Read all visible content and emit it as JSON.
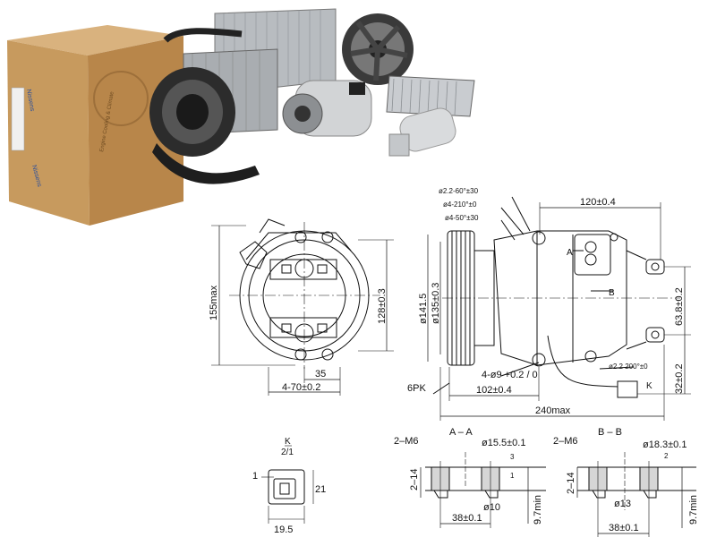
{
  "box": {
    "brand_side": "Nissens",
    "brand_front": "Nissens",
    "tagline": "Engine Cooling & Climate"
  },
  "front_view": {
    "height_dim": "155max",
    "height_dim_inner": "128±0.3",
    "dim_35": "35",
    "dim_4_70": "4-70±0.2"
  },
  "side_view": {
    "dia_141": "ø141.5",
    "dia_135": "ø135±0.3",
    "callout_1": "ø2.2-60°±30",
    "callout_2": "ø4-210°±0",
    "callout_3": "ø4-50°±30",
    "top_120": "120±0.4",
    "dim_63": "63.8±0.2",
    "dim_32": "32±0.2",
    "holes": "4-ø9 +0.2 / 0",
    "dim_102": "102±0.4",
    "len_240": "240max",
    "belt": "6PK",
    "label_A": "A",
    "label_B": "B",
    "label_K": "K",
    "callout_wire": "ø2.2 200°±0"
  },
  "connector": {
    "title_k": "K",
    "ratio": "2/1",
    "dim_1": "1",
    "dim_21": "21",
    "dim_195": "19.5"
  },
  "section_aa": {
    "title": "A – A",
    "thread": "2–M6",
    "dia": "ø15.5±0.1",
    "left_dim": "2–14",
    "d10": "ø10",
    "dist": "38±0.1",
    "min": "9.7min",
    "num1": "1",
    "num3": "3"
  },
  "section_bb": {
    "title": "B – B",
    "thread": "2–M6",
    "dia": "ø18.3±0.1",
    "left_dim": "2–14",
    "d13": "ø13",
    "dist": "38±0.1",
    "min": "9.7min",
    "num2": "2"
  }
}
